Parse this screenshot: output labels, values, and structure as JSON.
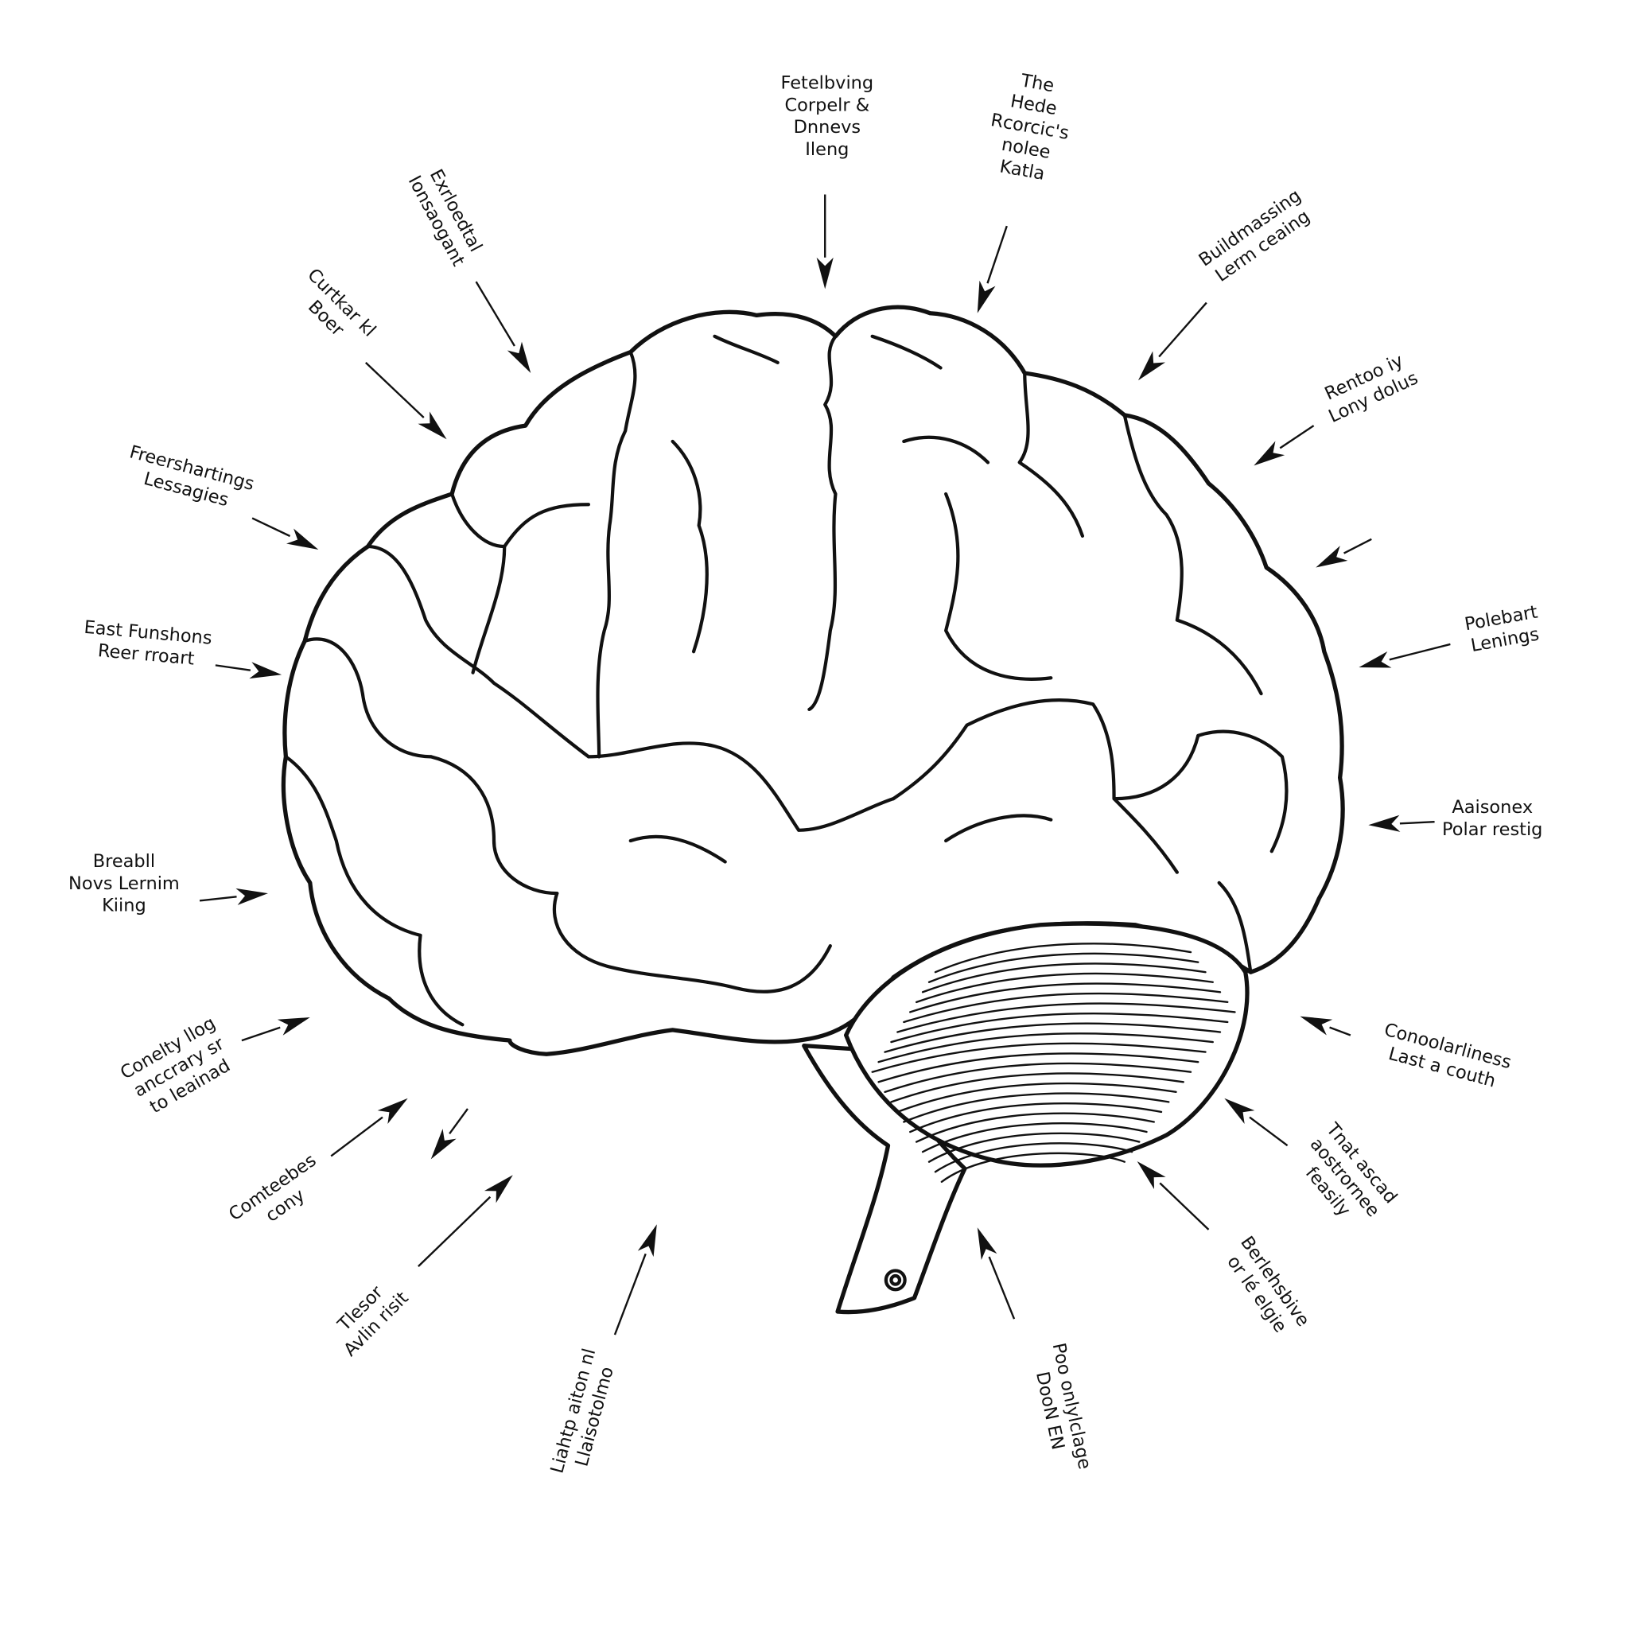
{
  "diagram": {
    "subject": "brain",
    "line_color": "#111111",
    "background": "#ffffff",
    "labels": [
      {
        "lines": [
          "Fetelbving",
          "Corpelr &",
          "Dnnevs",
          "Ileng"
        ]
      },
      {
        "lines": [
          "The",
          "Hede",
          "Rcorcic's",
          "nolee",
          "Katla"
        ]
      },
      {
        "lines": [
          "Exrloedtal",
          "Ionsaogant"
        ]
      },
      {
        "lines": [
          "Curtkar kl",
          "Boer"
        ]
      },
      {
        "lines": [
          "Freershartings",
          "Lessagies"
        ]
      },
      {
        "lines": [
          "East Funshons",
          "Reer rroart"
        ]
      },
      {
        "lines": [
          "Breabll",
          "Novs Lernim",
          "Kiing"
        ]
      },
      {
        "lines": [
          "Conelty llog",
          "anccrary sr",
          "to leainad"
        ]
      },
      {
        "lines": [
          "Comteebes",
          "cony"
        ]
      },
      {
        "lines": []
      },
      {
        "lines": [
          "Tlesor",
          "Avlin risit"
        ]
      },
      {
        "lines": [
          "Liahtp aiton nl",
          "Llaisotolmo"
        ]
      },
      {
        "lines": [
          "Poo onlylclage",
          "DooN EN"
        ]
      },
      {
        "lines": [
          "Berlehsbive",
          "or lé elgie"
        ]
      },
      {
        "lines": [
          "Tnat ascad",
          "aostrornee",
          "feasily"
        ]
      },
      {
        "lines": [
          "Conoolarliness",
          "Last a couth"
        ]
      },
      {
        "lines": [
          "Aaisonex",
          "Polar restig"
        ]
      },
      {
        "lines": [
          "Polebart",
          "Lenings"
        ]
      },
      {
        "lines": []
      },
      {
        "lines": [
          "Rentoo iy",
          "Lony dolus"
        ]
      },
      {
        "lines": [
          "Buildmassing",
          "Lerm ceaing"
        ]
      }
    ]
  }
}
